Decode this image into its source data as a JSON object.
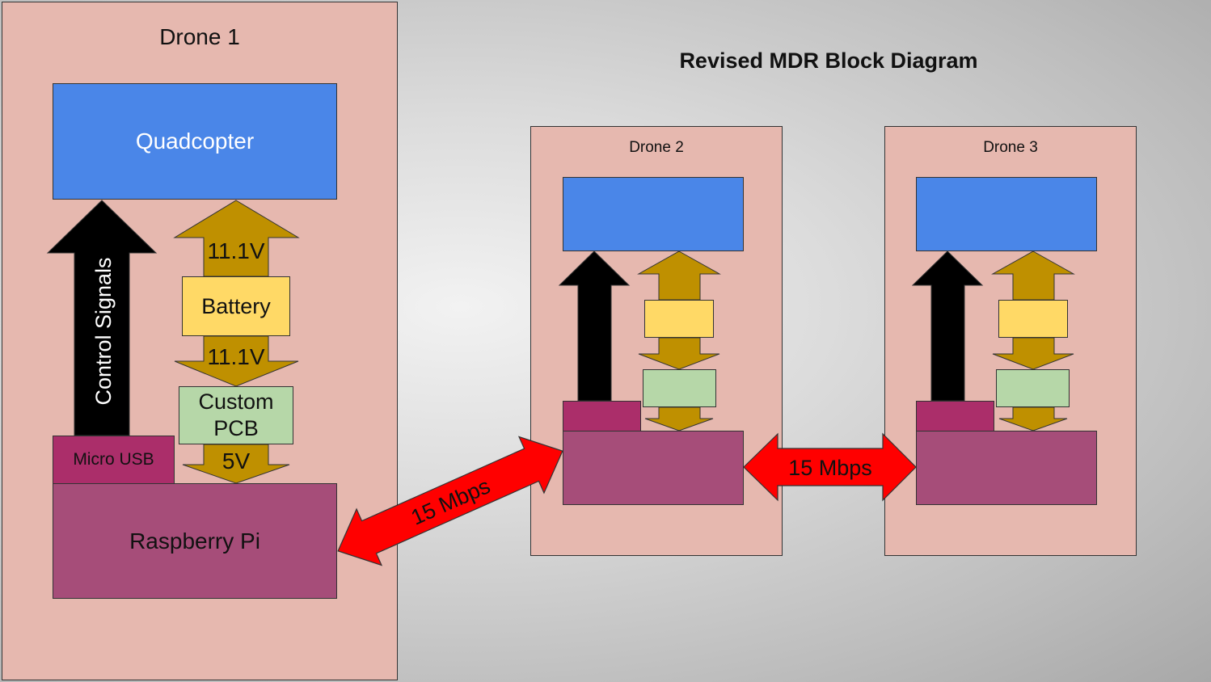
{
  "title": "Revised MDR Block Diagram",
  "colors": {
    "panel": "#e6b8af",
    "quadcopter": "#4a86e8",
    "battery": "#ffd966",
    "pcb": "#b6d7a8",
    "raspberry_pi": "#a64d79",
    "micro_usb": "#ab2e6a",
    "power_arrow": "#bf9000",
    "link_arrow": "#ff0000",
    "signal_arrow": "#000000"
  },
  "drone1": {
    "label": "Drone 1",
    "quadcopter": "Quadcopter",
    "battery": "Battery",
    "pcb": "Custom PCB",
    "raspberry_pi": "Raspberry Pi",
    "micro_usb": "Micro USB",
    "control_signals": "Control Signals",
    "voltage_top": "11.1V",
    "voltage_mid": "11.1V",
    "voltage_bottom": "5V"
  },
  "drone2": {
    "label": "Drone 2"
  },
  "drone3": {
    "label": "Drone 3"
  },
  "links": {
    "d1_d2": "15 Mbps",
    "d2_d3": "15 Mbps"
  }
}
